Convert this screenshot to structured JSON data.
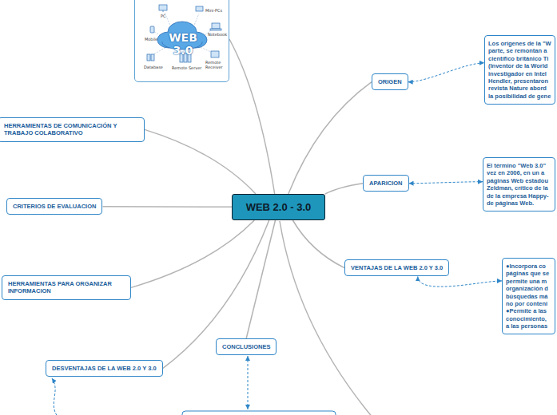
{
  "diagram": {
    "nodes": [
      {
        "text": [
          "WEB 3.0",
          "PC",
          "Mini-PCs",
          "Mobile",
          "Notebook",
          "Database",
          "Remote Server",
          "Remote Receiver"
        ]
      },
      {
        "text": [
          "WEB 2.0 - 3.0"
        ]
      },
      {
        "text": [
          "ORIGEN"
        ]
      },
      {
        "text": [
          "Los orígenes de la \"W parte, se remontan a científico británico Ti (Inventor de la World investigador en Intel Hendler, presentaron revista Nature abord la posibilidad de gene"
        ]
      },
      {
        "text": [
          "HERRAMIENTAS DE COMUNICACIÓN Y TRABAJO COLABORATIVO"
        ]
      },
      {
        "text": [
          "APARICION"
        ]
      },
      {
        "text": [
          "El término \"Web 3.0\" vez en 2006, en un a páginas Web estadou Zeldman, crítico de la de la empresa Happy- de páginas Web."
        ]
      },
      {
        "text": [
          "CRITERIOS DE EVALUACION"
        ]
      },
      {
        "text": [
          "VENTAJAS DE LA WEB 2.0 Y 3.0"
        ]
      },
      {
        "text": [
          "●Incorpora co páginas que se permite una m organización d búsquedas má no por conteni ●Permite a las conocimiento, a las personas"
        ]
      },
      {
        "text": [
          "HERRAMIENTAS PARA ORGANIZAR INFORMACION"
        ]
      },
      {
        "text": [
          "CONCLUSIONES"
        ]
      },
      {
        "text": [
          "DESVENTAJAS DE LA WEB 2.0 Y 3.0"
        ]
      }
    ],
    "edges": [
      {
        "from": 1,
        "to": 0,
        "arrow": "none"
      },
      {
        "from": 1,
        "to": 2,
        "arrow": "none"
      },
      {
        "from": 2,
        "to": 3,
        "arrow": "both"
      },
      {
        "from": 1,
        "to": 4,
        "arrow": "none"
      },
      {
        "from": 1,
        "to": 5,
        "arrow": "none"
      },
      {
        "from": 5,
        "to": 6,
        "arrow": "both"
      },
      {
        "from": 1,
        "to": 7,
        "arrow": "none"
      },
      {
        "from": 1,
        "to": 8,
        "arrow": "none"
      },
      {
        "from": 8,
        "to": 9,
        "arrow": "both"
      },
      {
        "from": 1,
        "to": 10,
        "arrow": "none"
      },
      {
        "from": 1,
        "to": 11,
        "arrow": "none"
      },
      {
        "from": 1,
        "to": 12,
        "arrow": "none"
      }
    ]
  }
}
